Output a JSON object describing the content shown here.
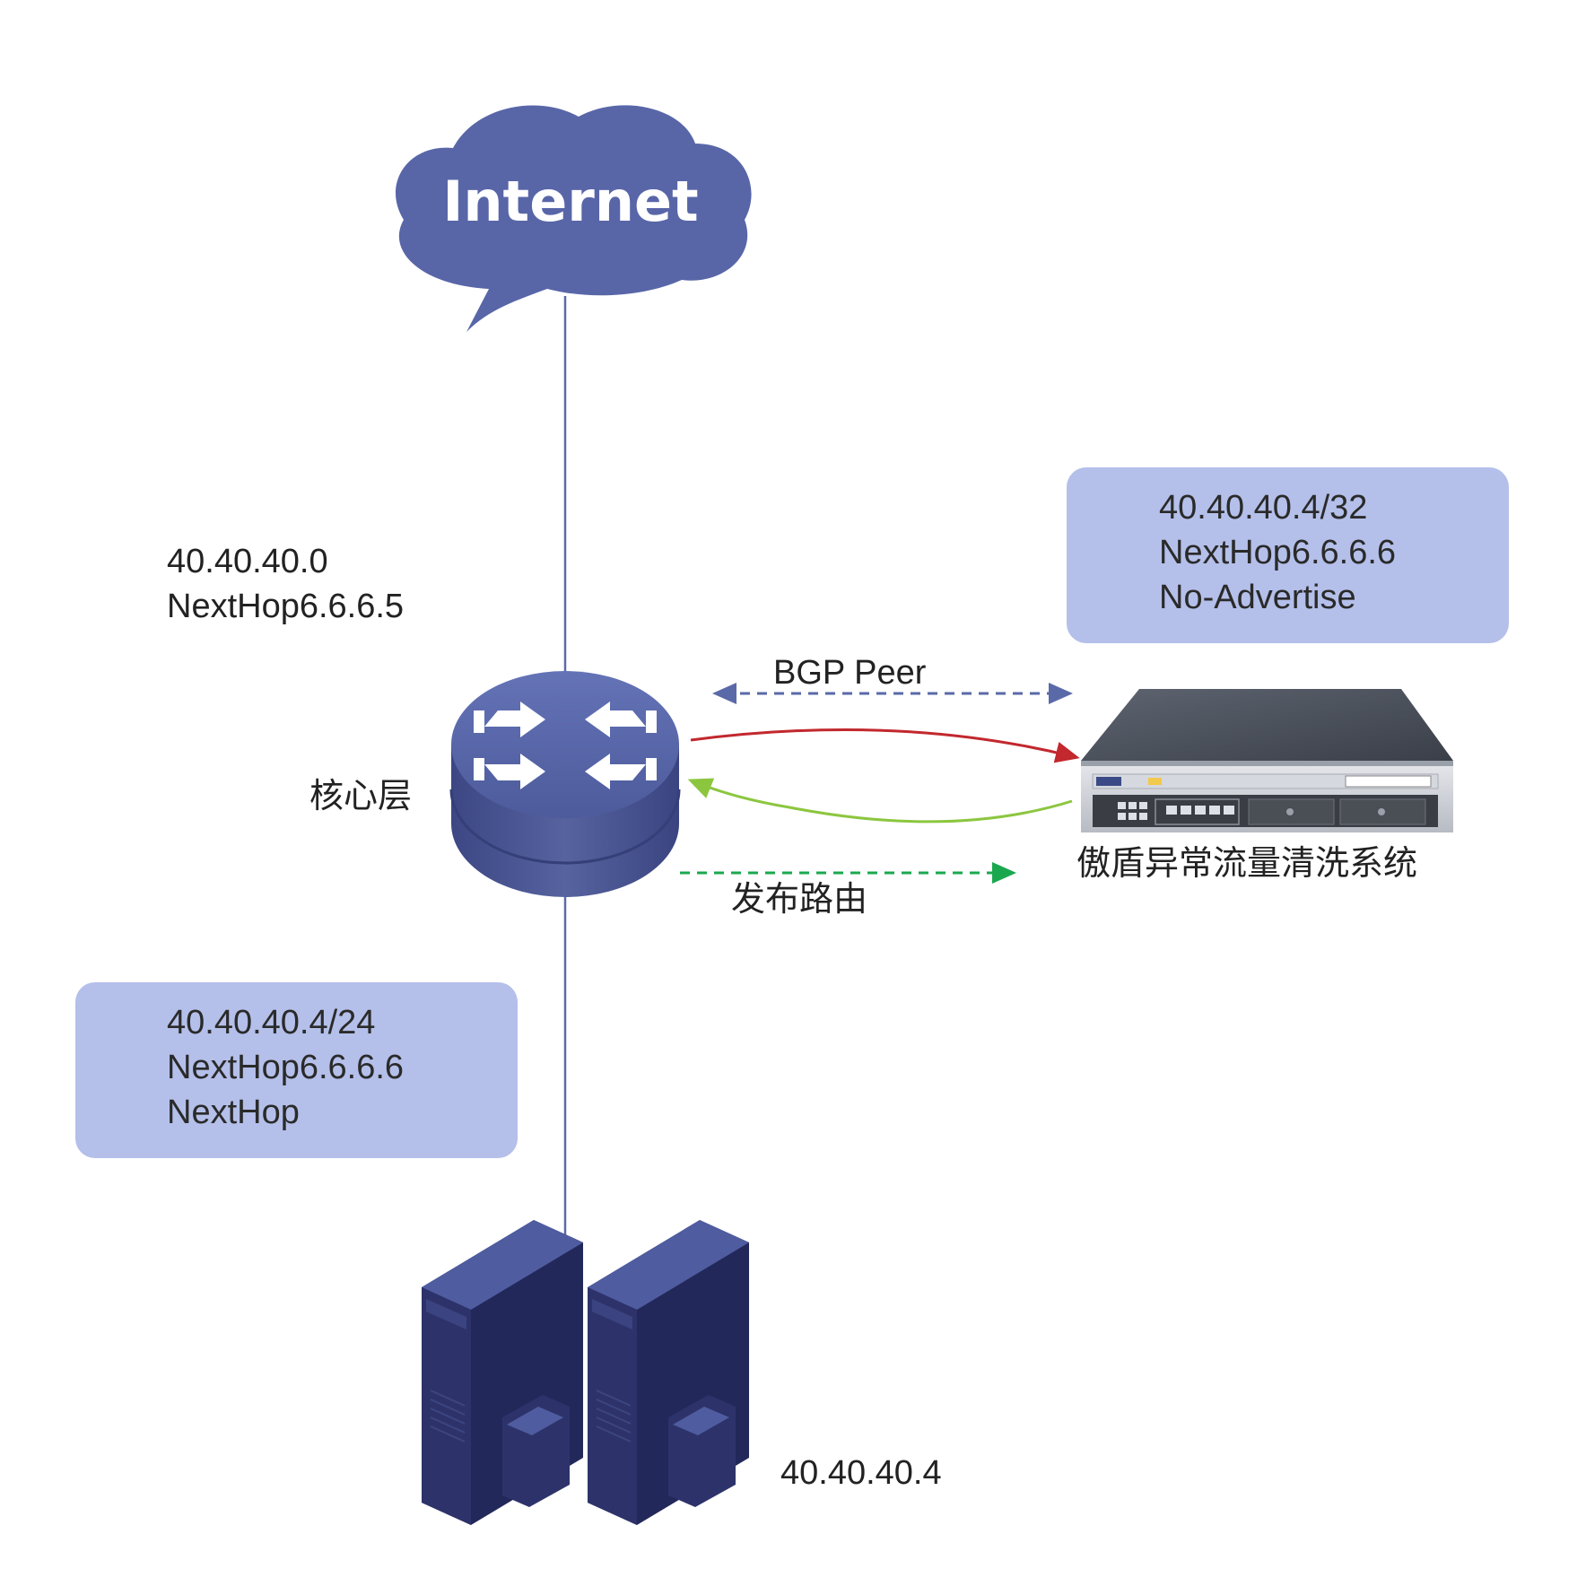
{
  "internet": {
    "label": "Internet"
  },
  "core": {
    "label": "核心层",
    "route_lines": [
      "40.40.40.0",
      "NextHop6.6.6.5"
    ]
  },
  "host_route_box": {
    "lines": [
      "40.40.40.4/24",
      "NextHop6.6.6.6",
      "NextHop"
    ]
  },
  "cleaning_route_box": {
    "lines": [
      "40.40.40.4/32",
      "NextHop6.6.6.6",
      "No-Advertise"
    ]
  },
  "bgp_peer": {
    "label": "BGP Peer"
  },
  "publish_route": {
    "label": "发布路由"
  },
  "cleaning_system": {
    "label": "傲盾异常流量清洗系统"
  },
  "servers": {
    "ip": "40.40.40.4"
  },
  "colors": {
    "node_blue": "#5866a8",
    "box_fill": "#b4c0ea",
    "bgp_dash": "#5a6aa8",
    "divert_red": "#c2282e",
    "return_green": "#8cc63f",
    "publish_green": "#1aa84f"
  }
}
